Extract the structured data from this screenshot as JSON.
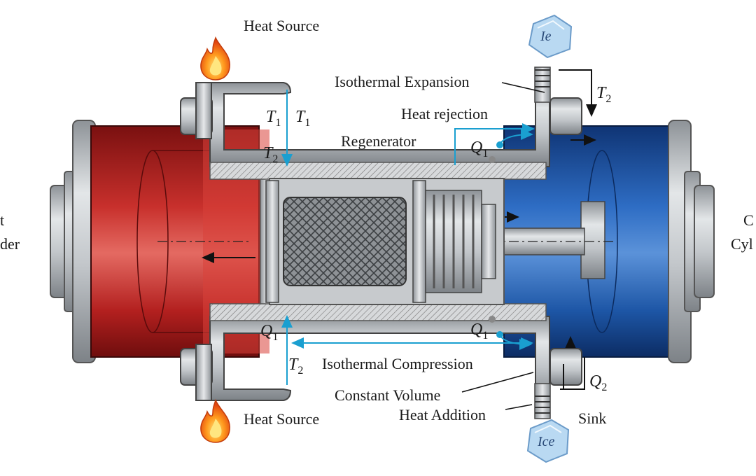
{
  "labels": {
    "heat_source_top": "Heat Source",
    "heat_source_bottom": "Heat Source",
    "isothermal_expansion": "Isothermal Expansion",
    "heat_rejection": "Heat rejection",
    "regenerator": "Regenerator",
    "isothermal_compression": "Isothermal Compression",
    "constant_volume": "Constant Volume",
    "heat_addition": "Heat Addition",
    "sink": "Sink",
    "hot_cylinder_partial": [
      "t",
      "der"
    ],
    "cold_cylinder_partial": [
      "C",
      "Cyl"
    ]
  },
  "symbols": {
    "t1_left": {
      "base": "T",
      "sub": "1"
    },
    "t1_right": {
      "base": "T",
      "sub": "1"
    },
    "t2_upper": {
      "base": "T",
      "sub": "2"
    },
    "t2_top_right": {
      "base": "T",
      "sub": "2"
    },
    "q1_upper": {
      "base": "Q",
      "sub": "1"
    },
    "q1_lower_left": {
      "base": "Q",
      "sub": "1"
    },
    "q1_lower_right": {
      "base": "Q",
      "sub": "1"
    },
    "t2_lower": {
      "base": "T",
      "sub": "2"
    },
    "q2": {
      "base": "Q",
      "sub": "2"
    }
  },
  "ice": {
    "top": "Ie",
    "bottom": "Ice"
  },
  "colors": {
    "hot": "#b3201f",
    "cold": "#1d56a6",
    "metal": "#b8bcc0",
    "arrow": "#1a9fd0",
    "ice": "#b9d9f2"
  },
  "icons": [
    "flame-icon",
    "ice-cube-icon"
  ]
}
